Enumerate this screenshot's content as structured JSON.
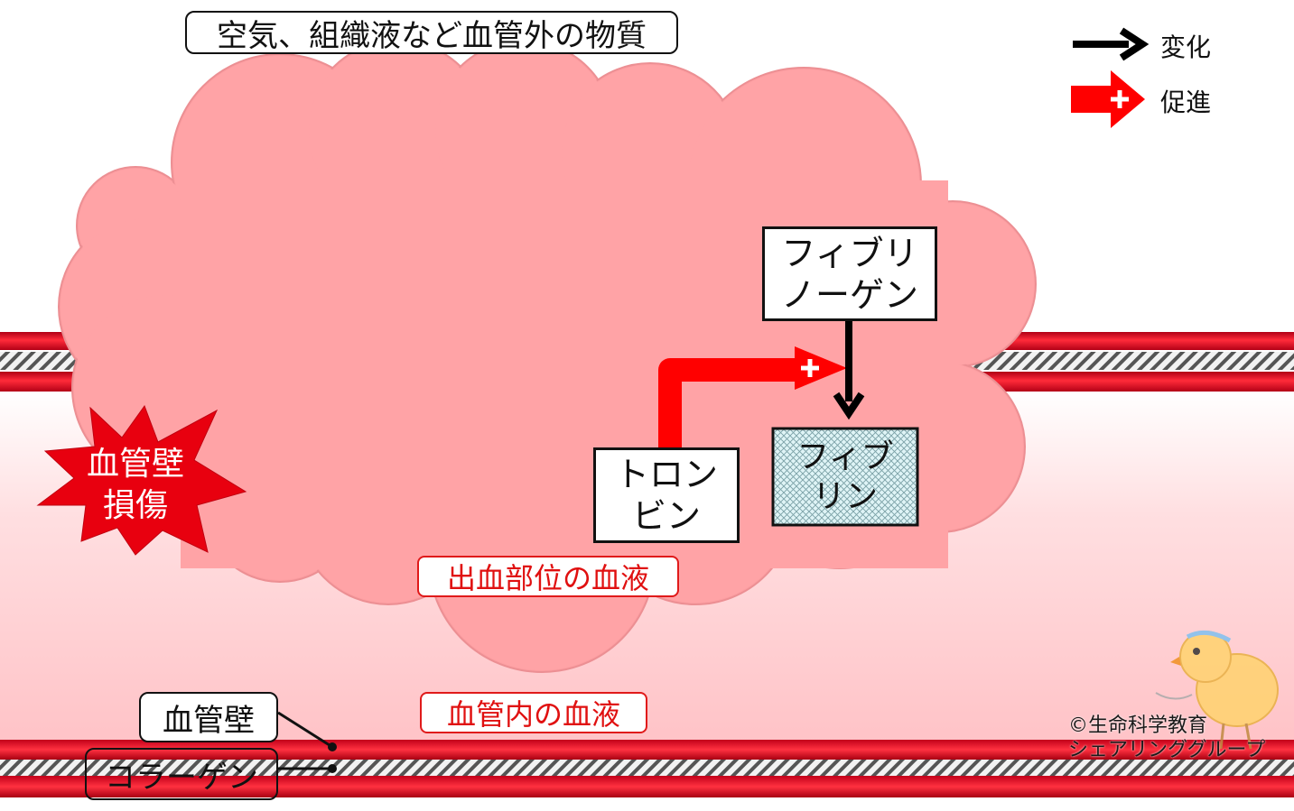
{
  "labels": {
    "extravascular": "空気、組織液など血管外の物質",
    "bleeding_site_blood": "出血部位の血液",
    "intravascular_blood": "血管内の血液",
    "vessel_wall": "血管壁",
    "collagen": "コラーゲン",
    "damage": [
      "血管壁",
      "損傷"
    ]
  },
  "nodes": {
    "fibrinogen": [
      "フィブリ",
      "ノーゲン"
    ],
    "thrombin": [
      "トロン",
      "ビン"
    ],
    "fibrin": [
      "フィブ",
      "リン"
    ]
  },
  "legend": {
    "change": "変化",
    "promote": "促進"
  },
  "copyright": [
    "©生命科学教育",
    "シェアリンググループ"
  ],
  "colors": {
    "vessel_red": "#d9001b",
    "clot_pink": "#ffa4a6",
    "blood_light": "#ffc9cc",
    "arrow_red": "#ff0000",
    "arrow_black": "#000000"
  }
}
